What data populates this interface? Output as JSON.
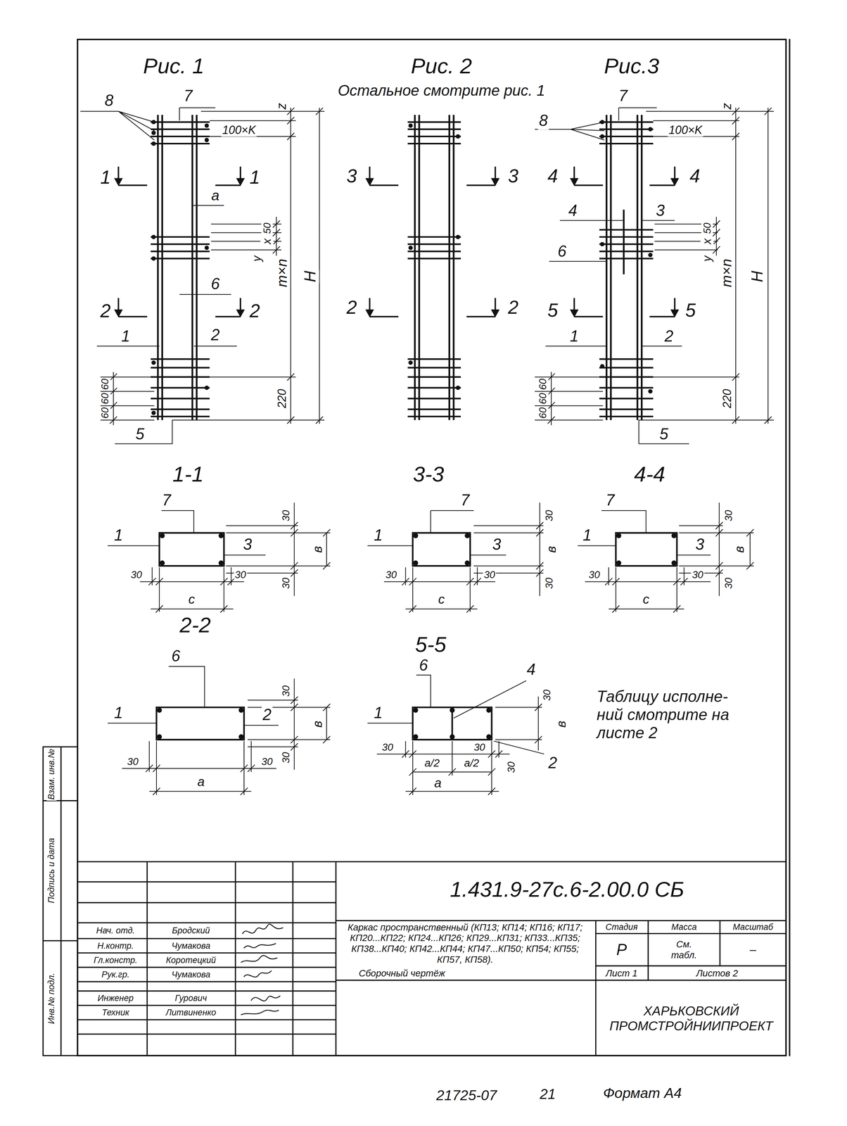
{
  "diagram": {
    "labels": [
      "Рис. 1",
      "Рис. 2",
      "Рис.3",
      "Остальное смотрите рис. 1",
      "8",
      "7",
      "z",
      "100×K",
      "1",
      "1",
      "а",
      "50",
      "x",
      "y",
      "m×n",
      "H",
      "6",
      "2",
      "2",
      "1",
      "2",
      "60",
      "60",
      "60",
      "220",
      "5",
      "3",
      "3",
      "2",
      "2",
      "7",
      "z",
      "8",
      "100×K",
      "4",
      "4",
      "4",
      "3",
      "50",
      "x",
      "6",
      "y",
      "m×n",
      "H",
      "5",
      "5",
      "1",
      "2",
      "60",
      "60",
      "60",
      "220",
      "5",
      "1-1",
      "3-3",
      "4-4",
      "7",
      "1",
      "3",
      "30",
      "в",
      "30",
      "30",
      "30",
      "с",
      "7",
      "1",
      "3",
      "30",
      "в",
      "30",
      "30",
      "30",
      "с",
      "7",
      "1",
      "3",
      "30",
      "в",
      "30",
      "30",
      "30",
      "с",
      "2-2",
      "5-5",
      "6",
      "1",
      "2",
      "30",
      "в",
      "30",
      "30",
      "30",
      "а",
      "6",
      "4",
      "1",
      "30",
      "в",
      "30",
      "а/2",
      "30",
      "а/2",
      "30",
      "2",
      "а",
      "Таблицу исполне- ний смотрите на листе 2",
      "1.431.9-27с.6-2.00.0 СБ",
      "Нач. отд.",
      "Бродский",
      "Н.контр.",
      "Чумакова",
      "Гл.констр.",
      "Коротецкий",
      "Рук.гр.",
      "Чумакова",
      "Инженер",
      "Гурович",
      "Техник",
      "Литвиненко",
      "Каркас пространственный (КП13; КП14; КП16; КП17; КП20...КП22; КП24...КП26; КП29...КП31; КП33...КП35; КП38...КП40; КП42...КП44; КП47...КП50; КП54; КП55; КП57, КП58).",
      "Сборочный чертёж",
      "Стадия",
      "Масса",
      "Масштаб",
      "Р",
      "См. табл.",
      "–",
      "Лист 1",
      "Листов 2",
      "ХАРЬКОВСКИЙ ПРОМСТРОЙНИИПРОЕКТ",
      "Инв.№ подл.",
      "Подпись и дата",
      "Взам. инв.№",
      "21725-07",
      "21",
      "Формат А4"
    ]
  }
}
